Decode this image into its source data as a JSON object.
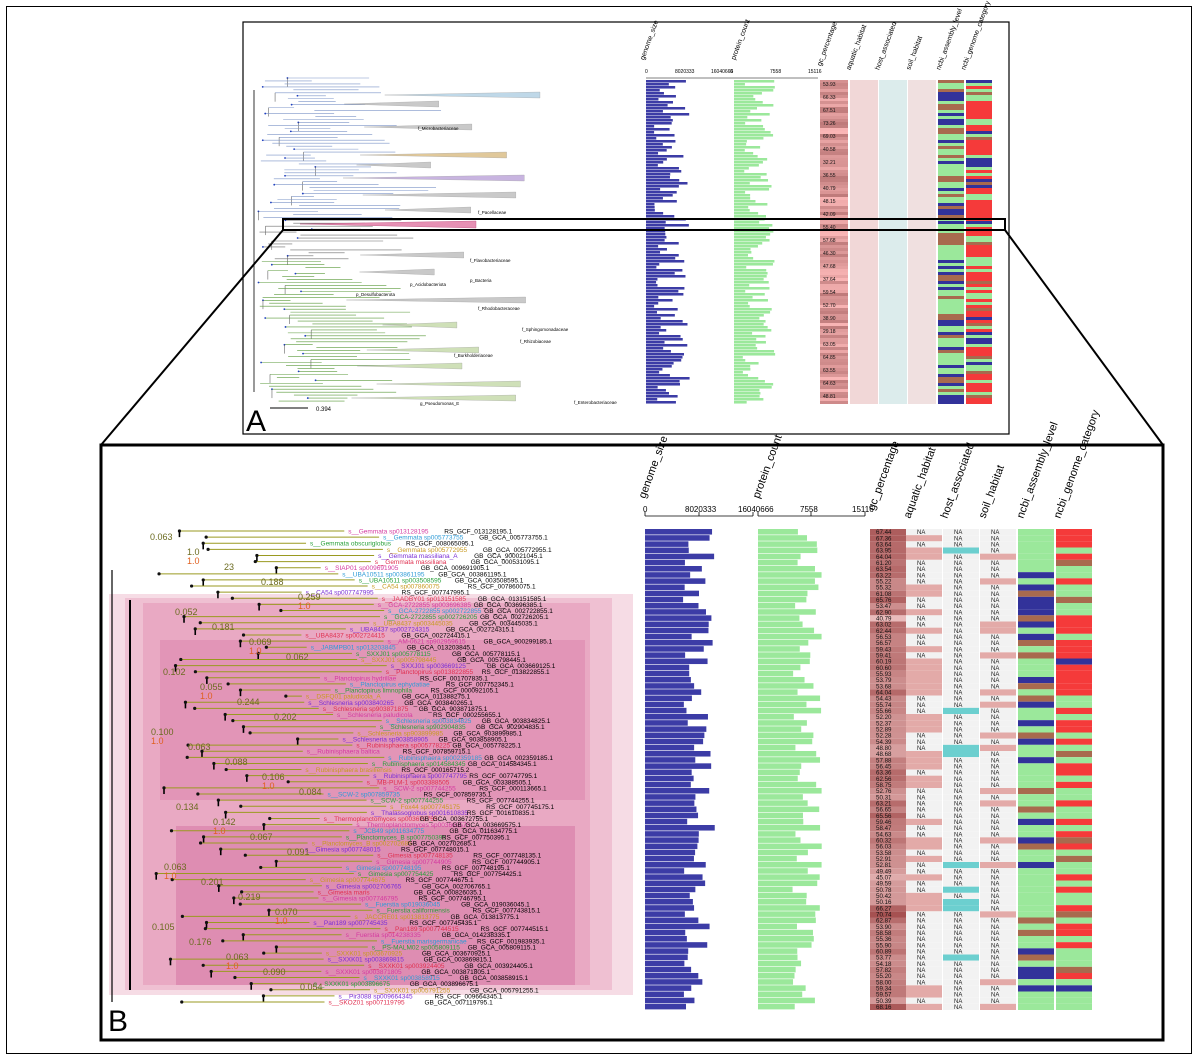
{
  "panels": {
    "A": {
      "label": "A",
      "scale_label": "0.394"
    },
    "B": {
      "label": "B"
    }
  },
  "column_headers": [
    "genome_size",
    "protein_count",
    "gc_percentage",
    "aquatic_habitat",
    "host_associated",
    "soil_habitat",
    "ncbi_assembly_level",
    "ncbi_genome_category"
  ],
  "axis_ticks": {
    "genome_size": [
      "0",
      "8020333",
      "16040666"
    ],
    "protein_count": [
      "0",
      "7558",
      "15116"
    ]
  },
  "colors": {
    "genome_bar": "#3c3ca6",
    "protein_bar": "#9be89b",
    "gc_fill": "#c47a7a",
    "habitat_pink": "#e3aaa8",
    "habitat_cyan": "#6ccfcf",
    "assembly_blue": "#32329a",
    "assembly_brown": "#a86a4e",
    "assembly_green": "#9be89b",
    "category_red": "#f53a3a",
    "clade_pink": "#e690b4"
  },
  "taxa_labels_A": [
    "f_Microbacteriaceae",
    "f_Pacellaceae",
    "f_Flavobacteriaceae",
    "p_Acidobacteriota",
    "p_Bacteria",
    "p_Desulfobacterota",
    "f_Rhodobacteraceae",
    "f_Sphingomonadaceae",
    "f_Rhizobiaceae",
    "f_Burkholderiaceae",
    "f_Enterobacteriaceae",
    "g_Pseudomonas_E"
  ],
  "gc_values_A": [
    "53.93",
    "66.33",
    "67.51",
    "73.26",
    "69.03",
    "40.58",
    "32.21",
    "36.55",
    "40.79",
    "48.15",
    "42.09",
    "55.40",
    "57.68",
    "46.30",
    "47.68",
    "37.64",
    "59.54",
    "52.70",
    "38.90",
    "29.18",
    "63.05",
    "64.85",
    "63.55",
    "64.63",
    "48.81"
  ],
  "gc_values_B": [
    "67.44",
    "67.36",
    "63.64",
    "63.95",
    "64.04",
    "61.20",
    "63.54",
    "63.22",
    "55.22",
    "55.32",
    "61.08",
    "65.76",
    "53.47",
    "62.90",
    "40.79",
    "63.02",
    "62.44",
    "56.53",
    "56.57",
    "59.43",
    "59.41",
    "60.19",
    "60.60",
    "55.93",
    "53.79",
    "53.68",
    "64.04",
    "54.43",
    "55.74",
    "55.66",
    "52.20",
    "52.37",
    "52.89",
    "52.28",
    "54.39",
    "48.80",
    "48.68",
    "57.88",
    "56.45",
    "63.36",
    "62.56",
    "58.75",
    "52.76",
    "50.31",
    "63.21",
    "56.65",
    "65.56",
    "59.46",
    "58.47",
    "54.63",
    "60.32",
    "56.03",
    "53.58",
    "52.91",
    "52.81",
    "49.49",
    "45.07",
    "49.59",
    "50.78",
    "50.42",
    "50.16",
    "66.27",
    "70.74",
    "62.87",
    "53.90",
    "58.58",
    "55.36",
    "55.90",
    "60.89",
    "53.77",
    "54.18",
    "57.82",
    "55.20",
    "58.00",
    "59.34",
    "59.57",
    "50.39",
    "68.16"
  ],
  "na_text": "NA",
  "tree_B": {
    "tips": [
      {
        "name": "s__Gemmata sp013128195",
        "acc": "RS_GCF_013128195.1"
      },
      {
        "name": "s__Gemmata sp005773755",
        "acc": "GB_GCA_005773755.1"
      },
      {
        "name": "s__Gemmata obscuriglobus",
        "acc": "RS_GCF_008065095.1"
      },
      {
        "name": "s__Gemmata sp005772955",
        "acc": "GB_GCA_005772955.1"
      },
      {
        "name": "s__Gemmata massiliana_A",
        "acc": "GB_GCA_900021045.1"
      },
      {
        "name": "s__Gemmata massiliana",
        "acc": "GB_GCA_000531095.1"
      },
      {
        "name": "s__SIAP01 sp009691905",
        "acc": "GB_GCA_009691905.1"
      },
      {
        "name": "s__UBA10511 sp003861195",
        "acc": "GB_GCA_003861195.1"
      },
      {
        "name": "s__UBA10511 sp003508595",
        "acc": "GB_GCA_003508595.1"
      },
      {
        "name": "s__CA54 sp007860075",
        "acc": "RS_GCF_007860075.1"
      },
      {
        "name": "s__CA54 sp007747995",
        "acc": "RS_GCF_007747995.1"
      },
      {
        "name": "s__JAADBY01 sp013151585",
        "acc": "GB_GCA_013151585.1"
      },
      {
        "name": "s__GCA-2722855 sp003696385",
        "acc": "GB_GCA_003696385.1"
      },
      {
        "name": "s__GCA-2722855 sp002722855",
        "acc": "GB_GCA_002722855.1"
      },
      {
        "name": "s__GCA-2722855 sp002726205",
        "acc": "GB_GCA_002726205.1"
      },
      {
        "name": "s__UBA8437 sp003445035",
        "acc": "GB_GCA_003445035.1"
      },
      {
        "name": "s__UBA8437 sp002724315",
        "acc": "GB_GCA_002724315.1"
      },
      {
        "name": "s__UBA8437 sp002724415",
        "acc": "GB_GCA_002724415.1"
      },
      {
        "name": "s__AM-0621 sp902959615",
        "acc": "GB_GCA_900299185.1"
      },
      {
        "name": "s__JABMPB01 sp013203845",
        "acc": "GB_GCA_013203845.1"
      },
      {
        "name": "s__SXXJ01 sp005778115",
        "acc": "GB_GCA_005778115.1"
      },
      {
        "name": "s__SXXJ01 sp005798445",
        "acc": "GB_GCA_005798445.1"
      },
      {
        "name": "s__SXXJ01 sp003669125",
        "acc": "GB_GCA_003669125.1"
      },
      {
        "name": "s__Planctopirus sp013822855",
        "acc": "RS_GCF_013822855.1"
      },
      {
        "name": "s__Planctopirus hydrillae",
        "acc": "RS_GCF_001707835.1"
      },
      {
        "name": "s__Planctopirus ephydatiae",
        "acc": "RS_GCF_007752345.1"
      },
      {
        "name": "s__Planctopirus limnophila",
        "acc": "RS_GCF_000092105.1"
      },
      {
        "name": "s__DSFQ01 paludicola_A",
        "acc": "GB_GCA_011388275.1"
      },
      {
        "name": "s__Schlesneria sp003840265",
        "acc": "GB_GCA_903840265.1"
      },
      {
        "name": "s__Schlesneria sp903871875",
        "acc": "GB_GCA_903871875.1"
      },
      {
        "name": "s__Schlesneria paludicola",
        "acc": "RS_GCF_000255655.1"
      },
      {
        "name": "s__Schlesneria sp003834825",
        "acc": "GB_GCA_903834825.1"
      },
      {
        "name": "s__Schlesneria sp902904835",
        "acc": "GB_GCA_902904835.1"
      },
      {
        "name": "s__Schlesneria sp903899985",
        "acc": "GB_GCA_903899985.1"
      },
      {
        "name": "s__Schlesneria sp903858905",
        "acc": "GB_GCA_903858905.1"
      },
      {
        "name": "s__Rubinisphaera sp005778225",
        "acc": "GB_GCA_005778225.1"
      },
      {
        "name": "s__Rubinisphaera baltica",
        "acc": "RS_GCF_007859715.1"
      },
      {
        "name": "s__Rubinisphaera sp002359185",
        "acc": "GB_GCA_002359185.1"
      },
      {
        "name": "s__Rubinisphaera sp014584345",
        "acc": "GB_GCA_014584345.1"
      },
      {
        "name": "s__Rubinisphaera brasiliensis",
        "acc": "RS_GCF_000165715.2"
      },
      {
        "name": "s__Rubinisphaera sp007747795",
        "acc": "RS_GCF_007747795.1"
      },
      {
        "name": "s__MB-PLM-1 sp003388505",
        "acc": "GB_GCA_003388505.1"
      },
      {
        "name": "s__SCW-2 sp007744255",
        "acc": "RS_GCF_000113665.1"
      },
      {
        "name": "s__SCW-2 sp007859735",
        "acc": "RS_GCF_007859735.1"
      },
      {
        "name": "s__SCW-2 sp007744255",
        "acc": "RS_GCF_007744255.1"
      },
      {
        "name": "s__Fox44 sp007745175",
        "acc": "RS_GCF_007745175.1"
      },
      {
        "name": "s__Thalassoglobus sp001610835",
        "acc": "RS_GCF_001610835.1"
      },
      {
        "name": "s__Thermoplanctomyces sp003672755",
        "acc": "GB_GCA_003672755.1"
      },
      {
        "name": "s__Thermoplanctomyces sp003669575",
        "acc": "GB_GCA_003669575.1"
      },
      {
        "name": "s__JCB49 sp011634775",
        "acc": "GB_GCA_011634775.1"
      },
      {
        "name": "s__Planctomyces_B sp007750395",
        "acc": "RS_GCF_007750395.1"
      },
      {
        "name": "s__Planctomyces_B sp002702685",
        "acc": "GB_GCA_002702685.1"
      },
      {
        "name": "s__Gimesia sp007748015",
        "acc": "RS_GCF_007748015.1"
      },
      {
        "name": "s__Gimesia sp007748135",
        "acc": "RS_GCF_007748135.1"
      },
      {
        "name": "s__Gimesia sp007744905",
        "acc": "RS_GCF_007744905.1"
      },
      {
        "name": "s__Gimesia sp007748195",
        "acc": "RS_GCF_007748195.1"
      },
      {
        "name": "s__Gimesia sp007754425",
        "acc": "RS_GCF_007754425.1"
      },
      {
        "name": "s__Gimesia sp007744675",
        "acc": "RS_GCF_007744675.1"
      },
      {
        "name": "s__Gimesia sp002706765",
        "acc": "GB_GCA_002706765.1"
      },
      {
        "name": "s__Gimesia maris",
        "acc": "GB_GCA_000826035.1"
      },
      {
        "name": "s__Gimesia sp007746795",
        "acc": "RS_GCF_007746795.1"
      },
      {
        "name": "s__Fuerstia sp019036045",
        "acc": "GB_GCA_019036045.1"
      },
      {
        "name": "s__Fuerstia californiensis",
        "acc": "RS_GCF_007743815.1"
      },
      {
        "name": "s__JACCRE01 sp013813775",
        "acc": "GB_GCA_013813775.1"
      },
      {
        "name": "s__Pan189 sp007745435",
        "acc": "RS_GCF_007745435.1"
      },
      {
        "name": "s__Pan189 sp007744515",
        "acc": "RS_GCF_007744515.1"
      },
      {
        "name": "s__Fuerstia sp014238335",
        "acc": "GB_GCA_014238335.1"
      },
      {
        "name": "s__Fuerstia marisgermanicae",
        "acc": "RS_GCF_001983935.1"
      },
      {
        "name": "s__PS-MALM02 sp005809115",
        "acc": "GB_GCA_005809115.1"
      },
      {
        "name": "s__SXXK01 sp003670925",
        "acc": "GB_GCA_003670925.1"
      },
      {
        "name": "s__SXXK01 sp003869815",
        "acc": "GB_GCA_003869815.1"
      },
      {
        "name": "s__SXXK01 sp003924405",
        "acc": "GB_GCA_003924405.1"
      },
      {
        "name": "s__SXXK01 sp003871805",
        "acc": "GB_GCA_003871805.1"
      },
      {
        "name": "s__SXXK01 sp003858915",
        "acc": "GB_GCA_003858915.1"
      },
      {
        "name": "s__SXXK01 sp003896675",
        "acc": "GB_GCA_003896675.1"
      },
      {
        "name": "s__SXXK01 sp005791255",
        "acc": "GB_GCA_005791255.1"
      },
      {
        "name": "s__Pir3088 sp009664345",
        "acc": "RS_GCF_009664345.1"
      },
      {
        "name": "s__SKOZ01 sp007119795",
        "acc": "GB_GCA_007119795.1"
      }
    ],
    "support_labels": [
      "0.063",
      "1.0",
      "23",
      "0.188",
      "0.259",
      "0.052",
      "0.181",
      "0.069",
      "0.062",
      "0.102",
      "0.055",
      "0.244",
      "0.202",
      "0.100",
      "0.063",
      "0.088",
      "0.106",
      "0.084",
      "0.134",
      "0.142",
      "0.067",
      "0.091",
      "0.063",
      "0.201",
      "0.219",
      "0.070",
      "0.105",
      "0.176",
      "0.063",
      "0.090",
      "0.054"
    ]
  }
}
